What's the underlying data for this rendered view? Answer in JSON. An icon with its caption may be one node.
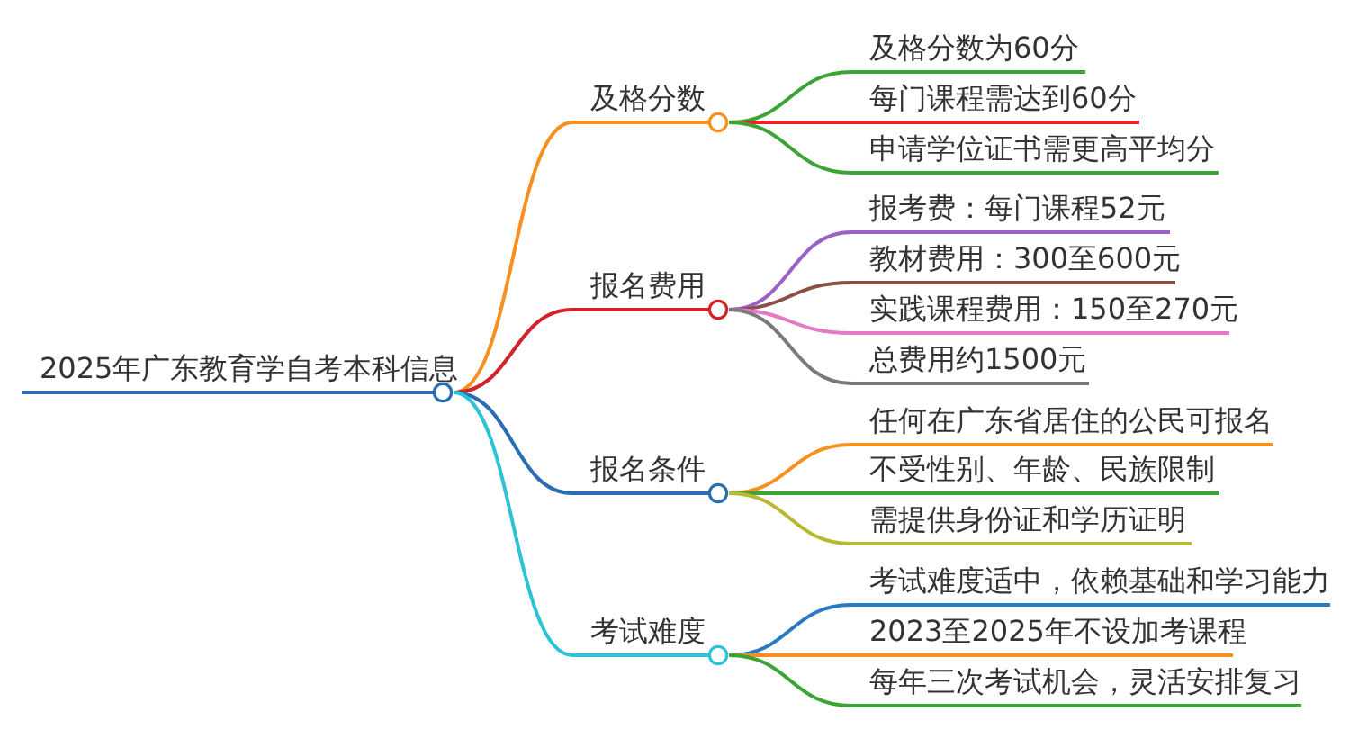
{
  "diagram": {
    "nodes": [
      {
        "text": [
          "2025年广东教育学自考本科信息"
        ]
      },
      {
        "text": [
          "及格分数"
        ]
      },
      {
        "text": [
          "及格分数为60分"
        ]
      },
      {
        "text": [
          "每门课程需达到60分"
        ]
      },
      {
        "text": [
          "申请学位证书需更高平均分"
        ]
      },
      {
        "text": [
          "报名费用"
        ]
      },
      {
        "text": [
          "报考费：每门课程52元"
        ]
      },
      {
        "text": [
          "教材费用：300至600元"
        ]
      },
      {
        "text": [
          "实践课程费用：150至270元"
        ]
      },
      {
        "text": [
          "总费用约1500元"
        ]
      },
      {
        "text": [
          "报名条件"
        ]
      },
      {
        "text": [
          "任何在广东省居住的公民可报名"
        ]
      },
      {
        "text": [
          "不受性别、年龄、民族限制"
        ]
      },
      {
        "text": [
          "需提供身份证和学历证明"
        ]
      },
      {
        "text": [
          "考试难度"
        ]
      },
      {
        "text": [
          "考试难度适中，依赖基础和学习能力"
        ]
      },
      {
        "text": [
          "2023至2025年不设加考课程"
        ]
      },
      {
        "text": [
          "每年三次考试机会，灵活安排复习"
        ]
      }
    ],
    "edges": [
      {
        "from": 0,
        "to": 1,
        "arrow": "none",
        "color": "#f7901e"
      },
      {
        "from": 1,
        "to": 2,
        "arrow": "none",
        "color": "#3aa535"
      },
      {
        "from": 1,
        "to": 3,
        "arrow": "none",
        "color": "#e8252a"
      },
      {
        "from": 1,
        "to": 4,
        "arrow": "none",
        "color": "#3aa535"
      },
      {
        "from": 0,
        "to": 5,
        "arrow": "none",
        "color": "#d2232a"
      },
      {
        "from": 5,
        "to": 6,
        "arrow": "none",
        "color": "#9a62c8"
      },
      {
        "from": 5,
        "to": 7,
        "arrow": "none",
        "color": "#8a5045"
      },
      {
        "from": 5,
        "to": 8,
        "arrow": "none",
        "color": "#e678c8"
      },
      {
        "from": 5,
        "to": 9,
        "arrow": "none",
        "color": "#7a7a7a"
      },
      {
        "from": 0,
        "to": 10,
        "arrow": "none",
        "color": "#2a6db2"
      },
      {
        "from": 10,
        "to": 11,
        "arrow": "none",
        "color": "#f7901e"
      },
      {
        "from": 10,
        "to": 12,
        "arrow": "none",
        "color": "#3aa535"
      },
      {
        "from": 10,
        "to": 13,
        "arrow": "none",
        "color": "#b8b832"
      },
      {
        "from": 0,
        "to": 14,
        "arrow": "none",
        "color": "#2cc3d6"
      },
      {
        "from": 14,
        "to": 15,
        "arrow": "none",
        "color": "#2a7ac2"
      },
      {
        "from": 14,
        "to": 16,
        "arrow": "none",
        "color": "#f7901e"
      },
      {
        "from": 14,
        "to": 17,
        "arrow": "none",
        "color": "#3aa535"
      }
    ]
  }
}
